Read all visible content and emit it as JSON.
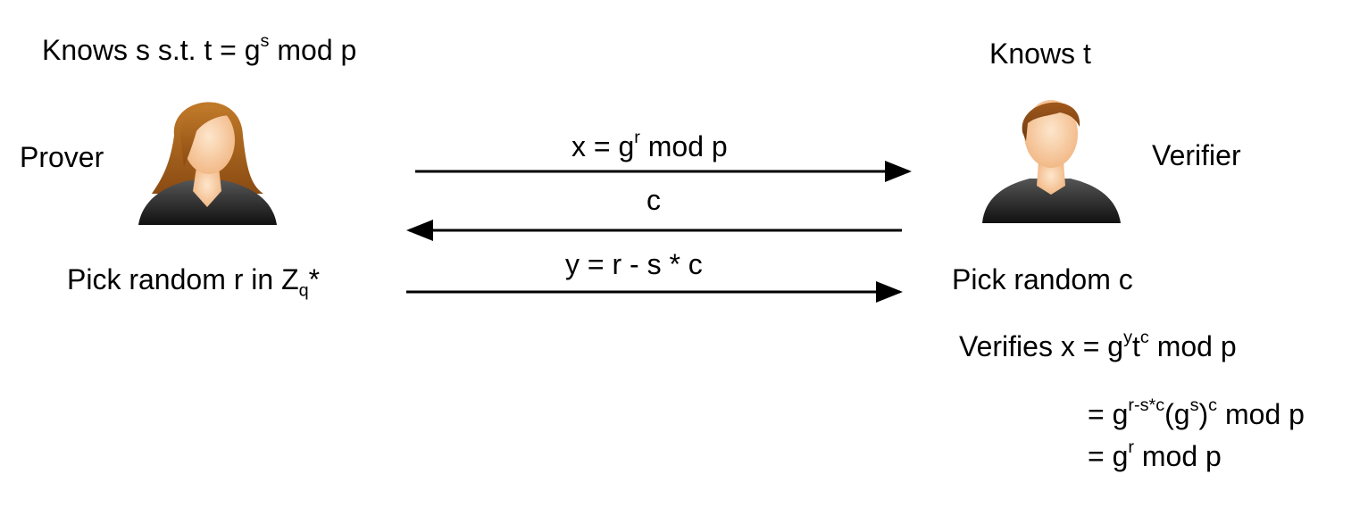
{
  "prover": {
    "knowledge": {
      "pre": "Knows s s.t. t = g",
      "sup": "s",
      "post": " mod p"
    },
    "role": "Prover",
    "step": {
      "pre": "Pick random r in Z",
      "sub": "q",
      "post": "*"
    },
    "avatar_hair_color": "#b5651d",
    "avatar_skin_color": "#f9d3a6"
  },
  "verifier": {
    "knowledge": "Knows t",
    "role": "Verifier",
    "step": "Pick random c",
    "verify": {
      "pre": "Verifies x = g",
      "sup1": "y",
      "mid": "t",
      "sup2": "c",
      "post": " mod p"
    },
    "eq1": {
      "pre": "= g",
      "sup1": "r-s*c",
      "mid": "(g",
      "sup2": "s",
      "mid2": ")",
      "sup3": "c",
      "post": " mod p"
    },
    "eq2": {
      "pre": "= g",
      "sup": "r",
      "post": " mod p"
    },
    "avatar_hair_color": "#8b4a14",
    "avatar_skin_color": "#f9d3a6"
  },
  "messages": {
    "m1": {
      "pre": "x = g",
      "sup": "r",
      "post": " mod p",
      "direction": "to-verifier"
    },
    "m2": {
      "text": "c",
      "direction": "to-prover"
    },
    "m3": {
      "text": "y = r - s * c",
      "direction": "to-verifier"
    }
  }
}
